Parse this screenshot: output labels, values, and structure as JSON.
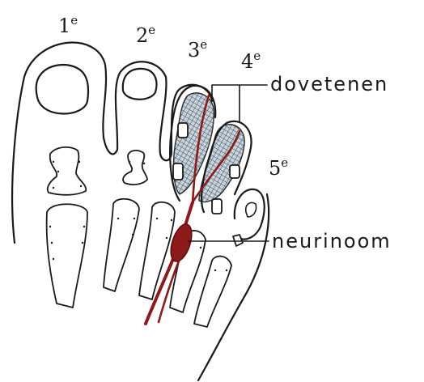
{
  "toe_labels": [
    {
      "num": "1",
      "sup": "e"
    },
    {
      "num": "2",
      "sup": "e"
    },
    {
      "num": "3",
      "sup": "e"
    },
    {
      "num": "4",
      "sup": "e"
    },
    {
      "num": "5",
      "sup": "e"
    }
  ],
  "callouts": {
    "numb_toes": "dovetenen",
    "neuroma": "neurinoom"
  },
  "colors": {
    "ink": "#1a1a1a",
    "nerve": "#8b1a1a",
    "hatch": "#4a5a6a"
  }
}
